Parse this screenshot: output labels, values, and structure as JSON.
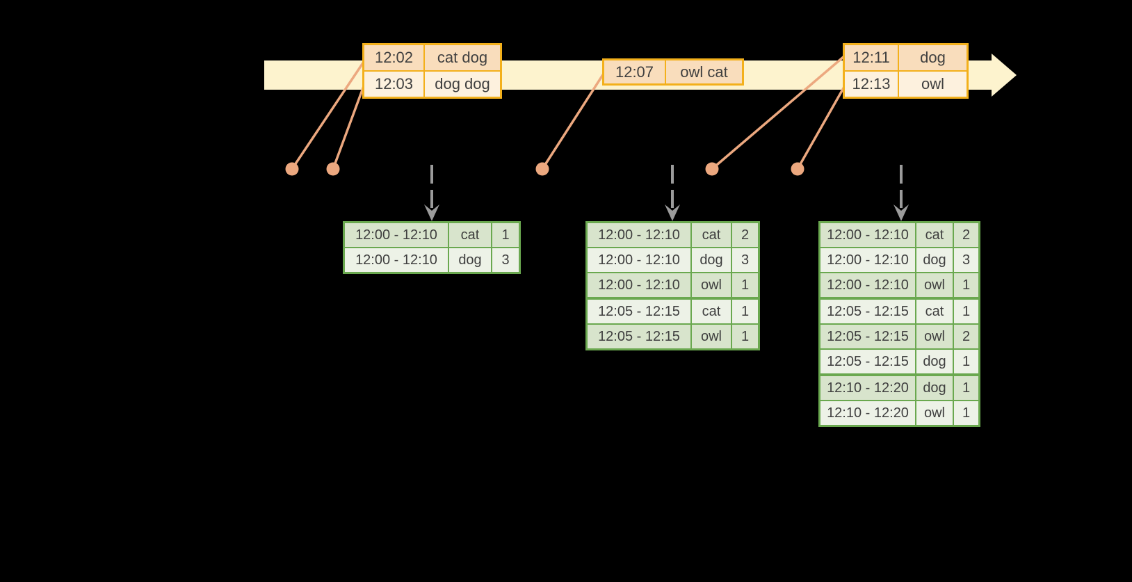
{
  "colors": {
    "background": "#000000",
    "timeline_band": "#FDF3CE",
    "event_border": "#F3B01B",
    "event_row_dark": "#F9DDBC",
    "event_row_light": "#FDF1DE",
    "connector": "#ECA87F",
    "result_border": "#6AA84F",
    "result_row_dark": "#D8E4CC",
    "result_row_light": "#EDF2E7",
    "arrow_gray": "#9B9B9B",
    "text": "#3F3F3F"
  },
  "timeline": {
    "event_tables": [
      {
        "rows": [
          {
            "time": "12:02",
            "words": "cat dog"
          },
          {
            "time": "12:03",
            "words": "dog dog"
          }
        ]
      },
      {
        "rows": [
          {
            "time": "12:07",
            "words": "owl cat"
          }
        ]
      },
      {
        "rows": [
          {
            "time": "12:11",
            "words": "dog"
          },
          {
            "time": "12:13",
            "words": "owl"
          }
        ]
      }
    ]
  },
  "result_tables": [
    {
      "rows": [
        {
          "window": "12:00 - 12:10",
          "word": "cat",
          "count": "1"
        },
        {
          "window": "12:00 - 12:10",
          "word": "dog",
          "count": "3"
        }
      ]
    },
    {
      "rows": [
        {
          "window": "12:00 - 12:10",
          "word": "cat",
          "count": "2"
        },
        {
          "window": "12:00 - 12:10",
          "word": "dog",
          "count": "3"
        },
        {
          "window": "12:00 - 12:10",
          "word": "owl",
          "count": "1"
        },
        {
          "window": "12:05 - 12:15",
          "word": "cat",
          "count": "1"
        },
        {
          "window": "12:05 - 12:15",
          "word": "owl",
          "count": "1"
        }
      ]
    },
    {
      "rows": [
        {
          "window": "12:00 - 12:10",
          "word": "cat",
          "count": "2"
        },
        {
          "window": "12:00 - 12:10",
          "word": "dog",
          "count": "3"
        },
        {
          "window": "12:00 - 12:10",
          "word": "owl",
          "count": "1"
        },
        {
          "window": "12:05 - 12:15",
          "word": "cat",
          "count": "1"
        },
        {
          "window": "12:05 - 12:15",
          "word": "owl",
          "count": "2"
        },
        {
          "window": "12:05 - 12:15",
          "word": "dog",
          "count": "1"
        },
        {
          "window": "12:10 - 12:20",
          "word": "dog",
          "count": "1"
        },
        {
          "window": "12:10 - 12:20",
          "word": "owl",
          "count": "1"
        }
      ]
    }
  ]
}
